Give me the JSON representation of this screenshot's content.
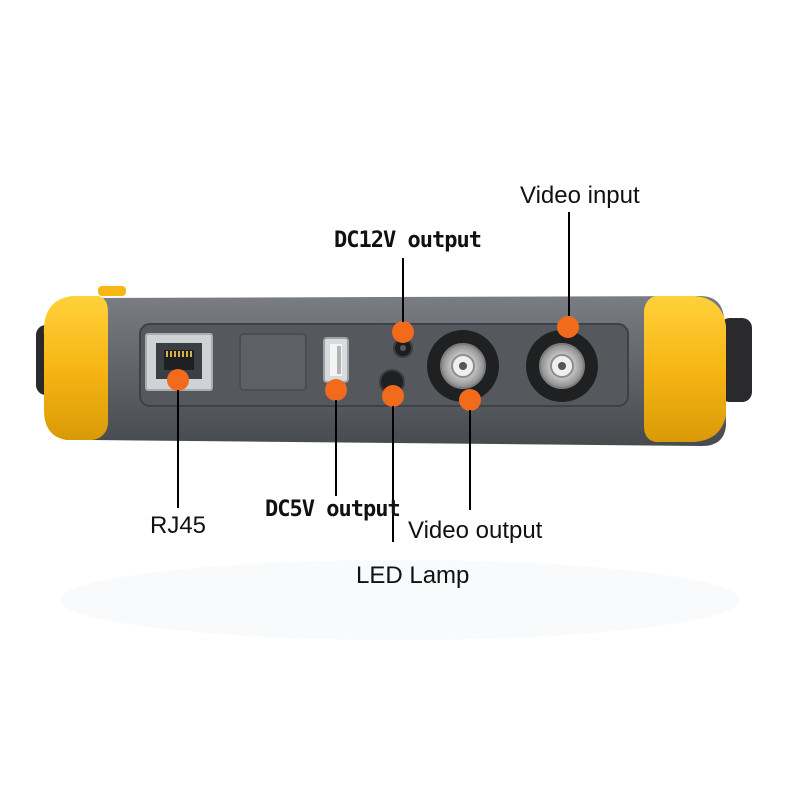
{
  "accent_color": "#f26a1b",
  "labels": {
    "video_input": "Video input",
    "dc12v_output": "DC12V output",
    "rj45": "RJ45",
    "dc5v_output": "DC5V output",
    "video_output": "Video output",
    "led_lamp": "LED Lamp"
  }
}
